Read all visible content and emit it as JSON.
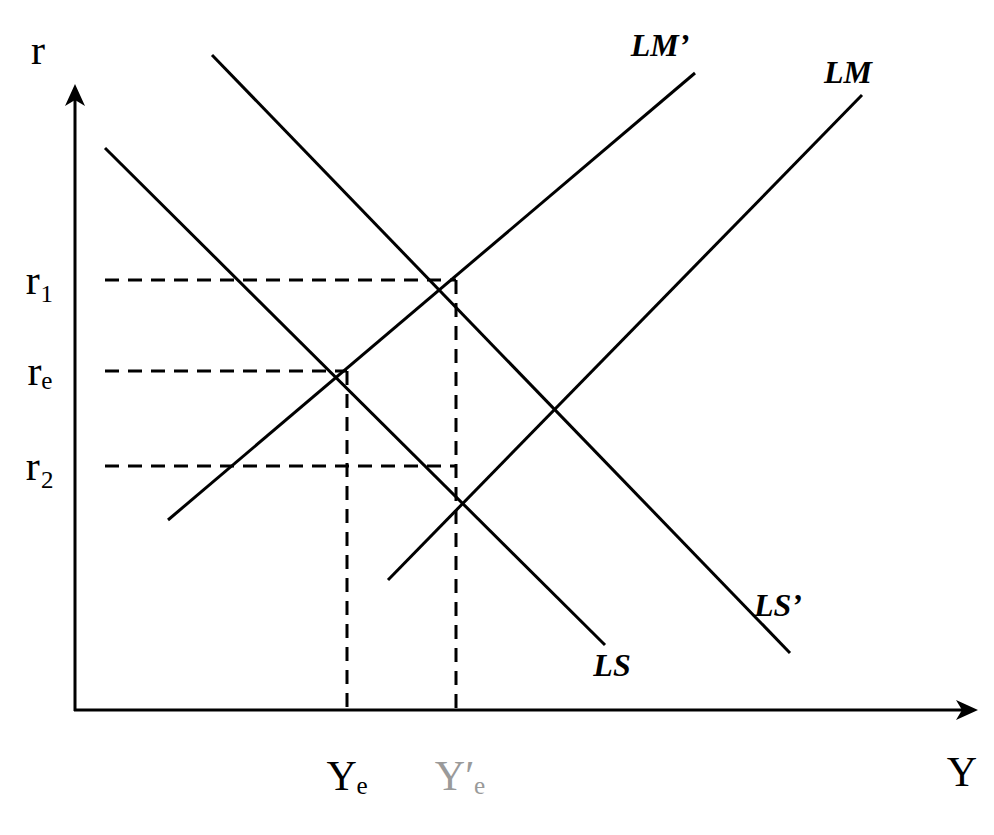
{
  "diagram": {
    "labels": [
      "LM’",
      "LM",
      "r",
      "r₁",
      "rₑ",
      "r₂",
      "LS’",
      "LS",
      "Y",
      "Yₑ",
      "Y′ₑ"
    ]
  }
}
